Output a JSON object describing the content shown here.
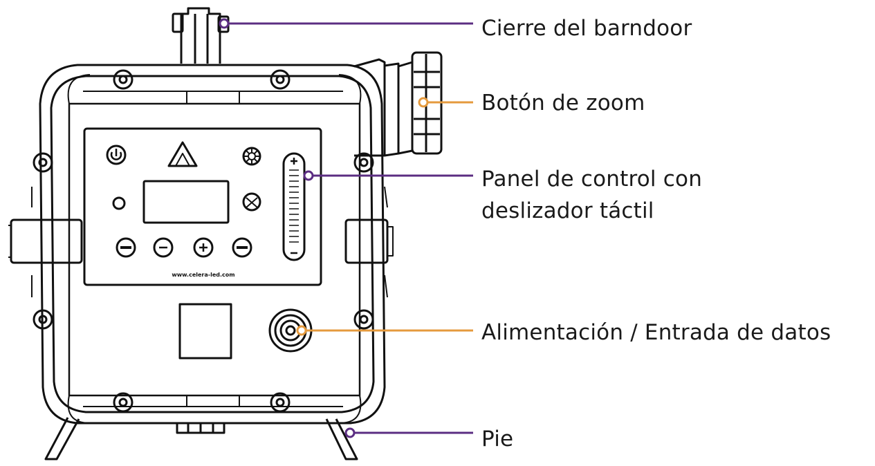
{
  "colors": {
    "purple": "#5b2d82",
    "orange": "#e59a3d",
    "outline": "#111111"
  },
  "panel": {
    "website": "www.celera-led.com"
  },
  "labels": {
    "barndoor_lock": "Cierre del barndoor",
    "zoom_knob": "Botón de zoom",
    "control_panel_line1": "Panel de control con",
    "control_panel_line2": "deslizador táctil",
    "power_data": "Alimentación / Entrada de datos",
    "foot": "Pie"
  }
}
